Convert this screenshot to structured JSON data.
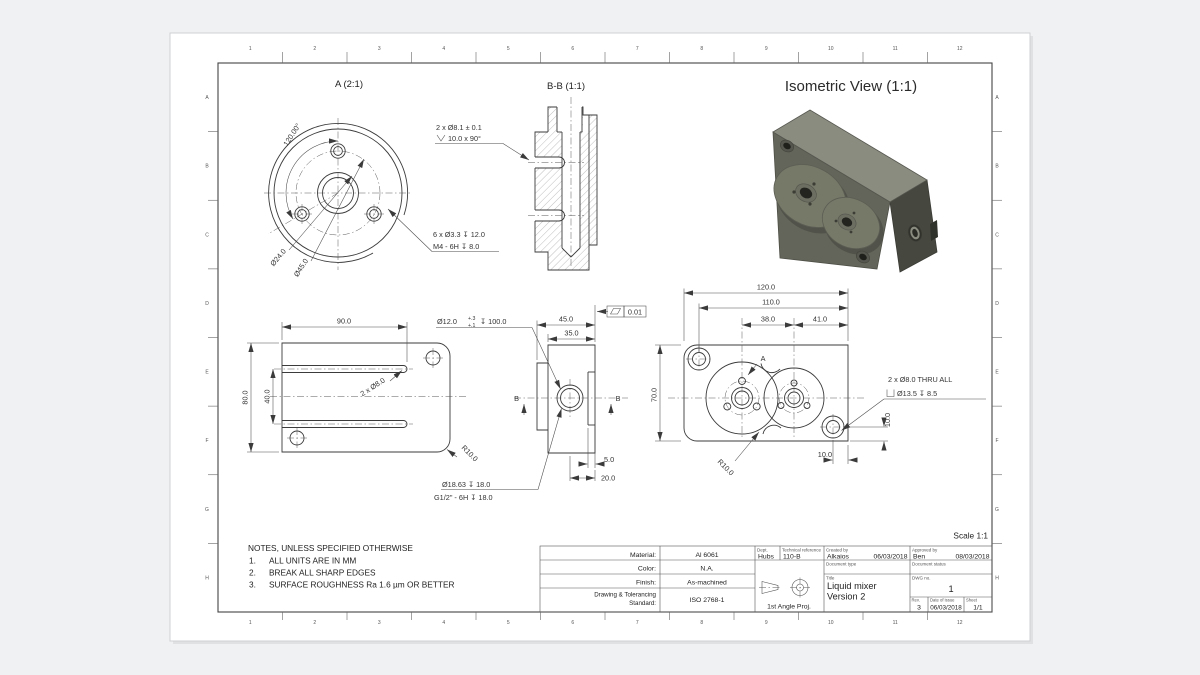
{
  "page": {
    "background": "#f0f1f2",
    "sheet_color": "#ffffff"
  },
  "frame": {
    "cols": [
      "1",
      "2",
      "3",
      "4",
      "5",
      "6",
      "7",
      "8",
      "9",
      "10",
      "11",
      "12"
    ],
    "rows": [
      "A",
      "B",
      "C",
      "D",
      "E",
      "F",
      "G",
      "H"
    ]
  },
  "views": {
    "a": {
      "label": "A (2:1)",
      "angle": "120.00°",
      "d24": "Ø24.0",
      "d45": "Ø45.0",
      "cs1": "2 x Ø8.1 ± 0.1",
      "cs2": "10.0 x 90°",
      "tap1": "6 x Ø3.3 ↧ 12.0",
      "tap2": "M4 - 6H ↧ 8.0"
    },
    "bb": {
      "label": "B-B (1:1)"
    },
    "iso": {
      "label": "Isometric View (1:1)"
    },
    "rear": {
      "w": "90.0",
      "h": "80.0",
      "slot": "40.0",
      "holes": "2 x Ø8.0",
      "rad": "R10.0"
    },
    "side": {
      "w45": "45.0",
      "w35": "35.0",
      "b": "B",
      "d5": "5.0",
      "d20": "20.0",
      "bore": "Ø12.0",
      "tol_up": "+.3",
      "tol_lo": "+.1",
      "bore_depth": "↧ 100.0",
      "port1": "Ø18.63 ↧ 18.0",
      "port2": "G1/2\" - 6H ↧ 18.0",
      "flat": "0.01"
    },
    "front": {
      "w": "120.0",
      "w2": "110.0",
      "d38": "38.0",
      "d41": "41.0",
      "h70": "70.0",
      "a_label": "A",
      "r": "R10.0",
      "cb1": "2 x Ø8.0 THRU ALL",
      "cb2": "Ø13.5 ↧ 8.5",
      "d10r": "10.0",
      "d10b": "10.0"
    }
  },
  "notes": {
    "title": "NOTES, UNLESS SPECIFIED OTHERWISE",
    "items": [
      {
        "num": "1.",
        "text": "ALL UNITS ARE IN MM"
      },
      {
        "num": "2.",
        "text": "BREAK ALL SHARP EDGES"
      },
      {
        "num": "3.",
        "text": "SURFACE ROUGHNESS Ra 1.6 µm OR BETTER"
      }
    ]
  },
  "scale_label": "Scale 1:1",
  "title_block": {
    "material_label": "Material:",
    "material": "Al 6061",
    "color_label": "Color:",
    "color": "N.A.",
    "finish_label": "Finish:",
    "finish": "As-machined",
    "standard_label_1": "Drawing & Tolerancing",
    "standard_label_2": "Standard:",
    "standard": "ISO 2768-1",
    "dept_label": "Dept.",
    "dept": "Hubs",
    "techref_label": "Technical reference",
    "techref": "110-B",
    "created_label": "Created by",
    "created_name": "Alkaios",
    "created_date": "06/03/2018",
    "approved_label": "Approved by",
    "approved_name": "Ben",
    "approved_date": "08/03/2018",
    "doctype_label": "Document type",
    "docstatus_label": "Document status",
    "title_label": "Title",
    "title_line1": "Liquid mixer",
    "title_line2": "Version 2",
    "dwg_label": "DWG no.",
    "dwg_no": "1",
    "rev_label": "Rev.",
    "rev": "3",
    "issue_label": "Date of issue",
    "issue_date": "06/03/2018",
    "sheet_label": "Sheet",
    "sheet": "1/1",
    "projection": "1st Angle Proj."
  }
}
